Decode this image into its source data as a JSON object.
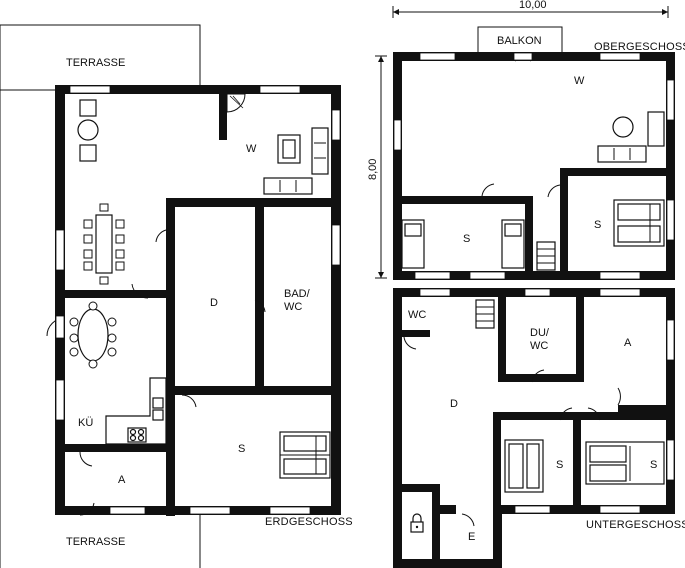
{
  "floor_labels": {
    "ground": "ERDGESCHOSS",
    "upper": "OBERGESCHOSS",
    "basement": "UNTERGESCHOSS"
  },
  "outside": {
    "terrace_top": "TERRASSE",
    "terrace_bottom": "TERRASSE",
    "balcony": "BALKON"
  },
  "dimensions": {
    "width": "10,00",
    "height": "8,00"
  },
  "rooms": {
    "eg_living": "W",
    "eg_d": "D",
    "eg_bath": "BAD/\nWC",
    "eg_bath_1": "BAD/",
    "eg_bath_2": "WC",
    "eg_kitchen": "KÜ",
    "eg_a": "A",
    "eg_s": "S",
    "og_living": "W",
    "og_s1": "S",
    "og_s2": "S",
    "ug_wc": "WC",
    "ug_d": "D",
    "ug_du_1": "DU/",
    "ug_du_2": "WC",
    "ug_a": "A",
    "ug_s1": "S",
    "ug_s2": "S",
    "ug_e": "E"
  },
  "icons": [
    "door-swing-icon",
    "window-icon",
    "sofa-icon",
    "bed-icon",
    "table-icon",
    "chair-icon",
    "stair-icon",
    "sink-icon",
    "stove-icon",
    "padlock-icon",
    "fireplace-icon"
  ]
}
